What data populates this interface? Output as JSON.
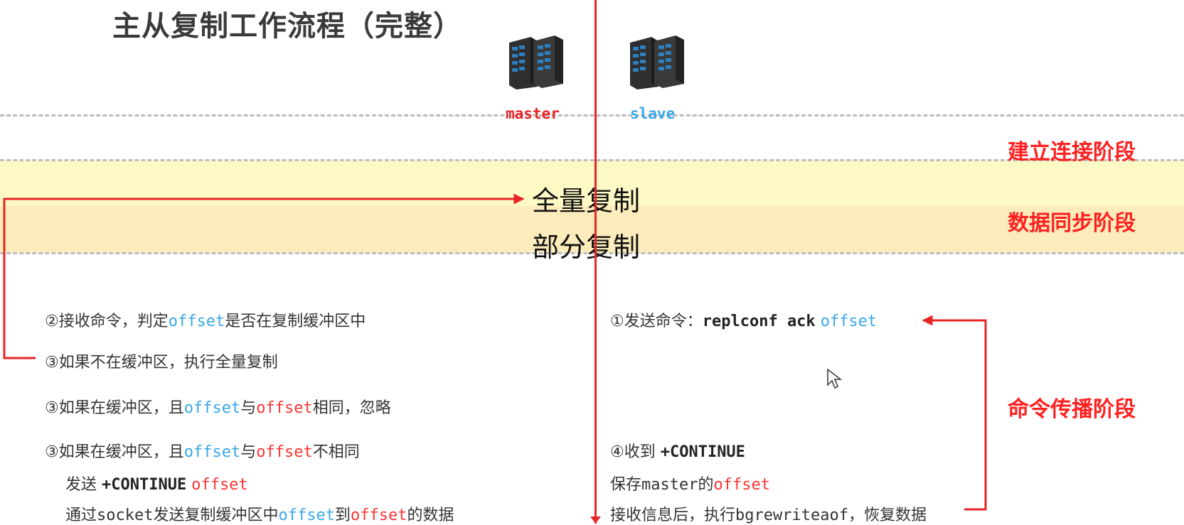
{
  "title": "主从复制工作流程（完整）",
  "nodes": {
    "master": "master",
    "slave": "slave"
  },
  "bands": {
    "full_sync": "全量复制",
    "partial_sync": "部分复制"
  },
  "phases": {
    "connect": "建立连接阶段",
    "sync": "数据同步阶段",
    "propagate": "命令传播阶段"
  },
  "master_steps": {
    "step2_prefix": "②接收命令，判定",
    "step2_offset": "offset",
    "step2_suffix": "是否在复制缓冲区中",
    "step3a": "③如果不在缓冲区，执行全量复制",
    "step3b_prefix": "③如果在缓冲区，且",
    "step3b_offset1": "offset",
    "step3b_mid": "与",
    "step3b_offset2": "offset",
    "step3b_suffix": "相同，忽略",
    "step3c_prefix": "③如果在缓冲区，且",
    "step3c_offset1": "offset",
    "step3c_mid": "与",
    "step3c_offset2": "offset",
    "step3c_suffix": "不相同",
    "send_prefix": "发送 ",
    "send_cmd": "+CONTINUE",
    "send_offset": "offset",
    "via_prefix": "通过",
    "via_socket": "socket",
    "via_mid": "发送复制缓冲区中",
    "via_offset1": "offset",
    "via_to": "到",
    "via_offset2": "offset",
    "via_suffix": "的数据"
  },
  "slave_steps": {
    "step1_prefix": "①发送命令：",
    "step1_cmd": "replconf ack",
    "step1_offset": "offset",
    "step4_prefix": "④收到 ",
    "step4_cmd": "+CONTINUE",
    "save_prefix": "保存",
    "save_master": "master",
    "save_mid": "的",
    "save_offset": "offset",
    "recv_prefix": "接收信息后，执行",
    "recv_cmd": "bgrewriteaof",
    "recv_suffix": "，恢复数据"
  },
  "colors": {
    "accent_red": "#e82525",
    "phase_red": "#ff2020",
    "offset_blue": "#39a7e8",
    "offset_red": "#ff3333",
    "band_yellow": "#fdf9c4",
    "band_orange": "#fcecbb"
  }
}
